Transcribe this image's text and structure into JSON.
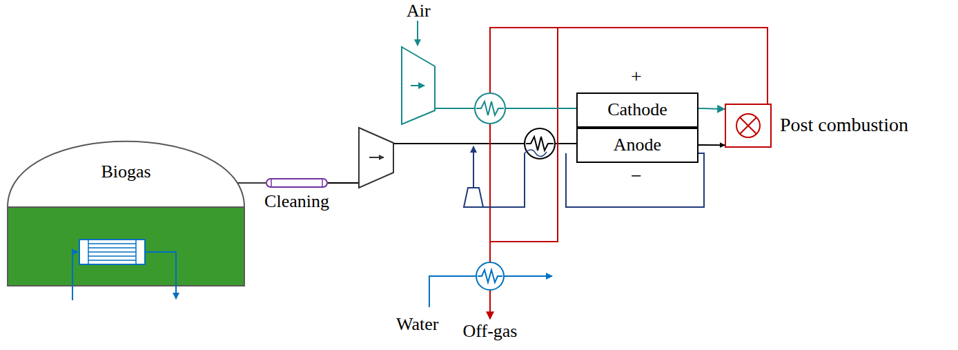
{
  "diagram": {
    "nodes": [
      {
        "text": [
          "Biogas"
        ]
      },
      {
        "text": [
          "Cleaning"
        ]
      },
      {
        "text": [
          "Cathode"
        ]
      },
      {
        "text": [
          "Anode"
        ]
      },
      {
        "text": [
          "Post combustion"
        ]
      }
    ],
    "edges": [
      {
        "from": 0,
        "to": 1,
        "arrow": "none"
      },
      {
        "from": 1,
        "to": 3,
        "arrow": "none"
      },
      {
        "from": 2,
        "to": 4,
        "arrow": "to"
      },
      {
        "from": 3,
        "to": 4,
        "arrow": "to"
      }
    ],
    "labels": [
      "Air",
      "+",
      "−",
      "Water",
      "Off-gas"
    ]
  }
}
